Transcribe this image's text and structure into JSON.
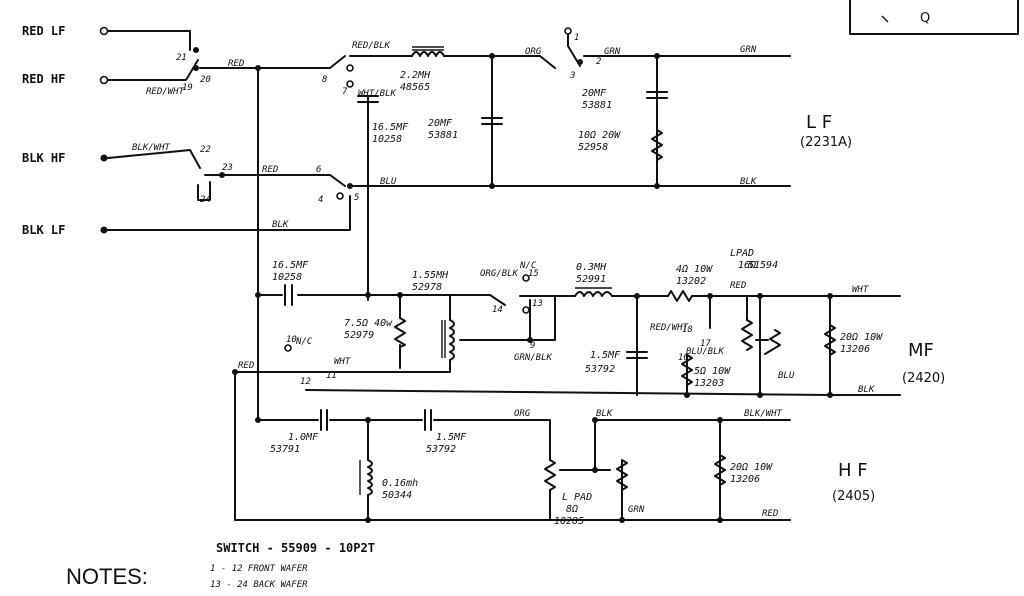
{
  "terminals": {
    "red_lf": "RED LF",
    "red_hf": "RED HF",
    "blk_hf": "BLK HF",
    "blk_lf": "BLK LF"
  },
  "sections": {
    "lf": {
      "name": "L F",
      "model": "(2231A)"
    },
    "mf": {
      "name": "MF",
      "model": "(2420)"
    },
    "hf": {
      "name": "H F",
      "model": "(2405)"
    }
  },
  "wire_labels": {
    "red_a": "RED",
    "red_wht": "RED/WHT",
    "red_blk": "RED/BLK",
    "wht_blk": "WHT/BLK",
    "org_a": "ORG",
    "grn_a": "GRN",
    "grn_b": "GRN",
    "blk_wht_a": "BLK/WHT",
    "red_b": "RED",
    "blu": "BLU",
    "blk_a": "BLK",
    "blk_b": "BLK",
    "org_blk": "ORG/BLK",
    "nc_a": "N/C",
    "grn_blk": "GRN/BLK",
    "wht_a": "WHT",
    "nc_b": "N/C",
    "red_c": "RED",
    "red_wht_b": "RED/WHT",
    "blu_blk": "BLU/BLK",
    "red_d": "RED",
    "blu_b": "BLU",
    "wht_b": "WHT",
    "blk_c": "BLK",
    "org_b": "ORG",
    "blk_d": "BLK",
    "blk_wht_b": "BLK/WHT",
    "grn_c": "GRN",
    "red_e": "RED"
  },
  "switch_numbers": [
    "21",
    "20",
    "19",
    "8",
    "7",
    "1",
    "3",
    "2",
    "22",
    "23",
    "24",
    "6",
    "5",
    "4",
    "15",
    "13",
    "14",
    "18",
    "17",
    "16",
    "10",
    "12",
    "11",
    "9"
  ],
  "components": {
    "l1": {
      "value": "2.2MH",
      "part": "48565"
    },
    "c1": {
      "value": "20MF",
      "part": "53881"
    },
    "c2": {
      "value": "20MF",
      "part": "53881"
    },
    "c3": {
      "value": "16.5MF",
      "part": "10258"
    },
    "r1": {
      "value": "10Ω 20W",
      "part": "52958"
    },
    "c4": {
      "value": "16.5MF",
      "part": "10258"
    },
    "l2": {
      "value": "1.55MH",
      "part": "52978"
    },
    "r2": {
      "value": "7.5Ω 40w",
      "part": "52979"
    },
    "l3": {
      "value": "0.3MH",
      "part": "52991"
    },
    "r3": {
      "value": "4Ω 10W",
      "part": "13202"
    },
    "lpad1": {
      "value": "LPAD",
      "sub": "16Ω",
      "part": "51594"
    },
    "r4": {
      "value": "20Ω 10W",
      "part": "13206"
    },
    "c5": {
      "value": "1.5MF",
      "part": "53792"
    },
    "r5": {
      "value": "5Ω 10W",
      "part": "13203"
    },
    "c6": {
      "value": "1.0MF",
      "part": "53791"
    },
    "c7": {
      "value": "1.5MF",
      "part": "53792"
    },
    "l4": {
      "value": "0.16mh",
      "part": "50344"
    },
    "lpad2": {
      "value": "L PAD",
      "sub": "8Ω",
      "part": "10285"
    },
    "r6": {
      "value": "20Ω 10W",
      "part": "13206"
    }
  },
  "switch_note": "SWITCH - 55909 - 10P2T",
  "notes_title": "NOTES:",
  "notes_lines": [
    "1 - 12   FRONT WAFER",
    "13 - 24   BACK WAFER"
  ],
  "corner_mark": "Q"
}
